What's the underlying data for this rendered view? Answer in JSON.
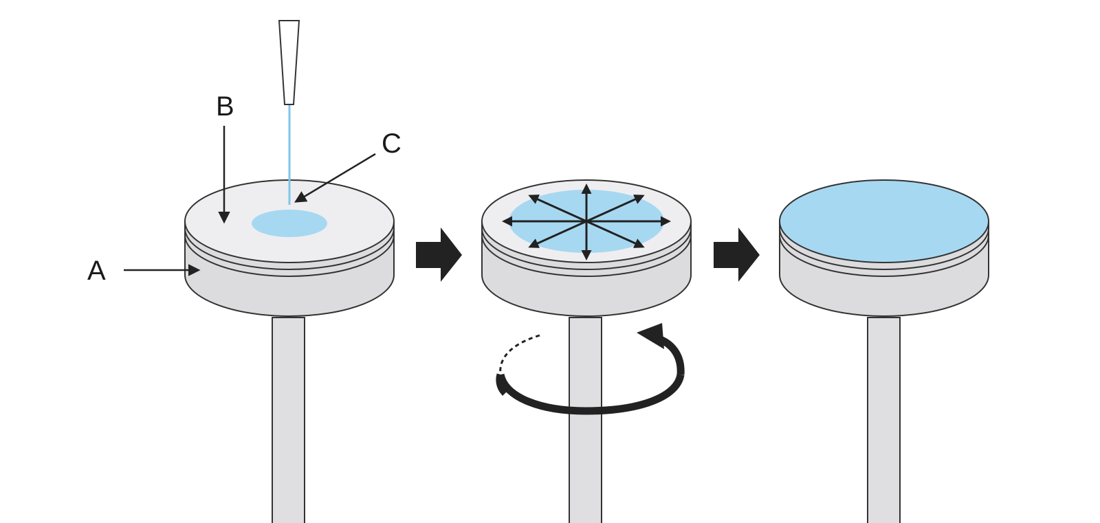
{
  "labels": {
    "a": "A",
    "b": "B",
    "c": "C"
  },
  "colors": {
    "background": "#ffffff",
    "outline": "#333333",
    "chuck_side": "#dcdcde",
    "chuck_top": "#eeeef0",
    "shaft": "#dfdfe1",
    "liquid": "#a7d8f1",
    "stream": "#7fc6ea",
    "arrow": "#222222"
  },
  "icons": {
    "pipette": "pipette-tip-icon",
    "process_arrow": "block-arrow-right-icon",
    "rotation": "rotation-arrow-icon",
    "spread": "radial-spread-arrows-icon"
  }
}
